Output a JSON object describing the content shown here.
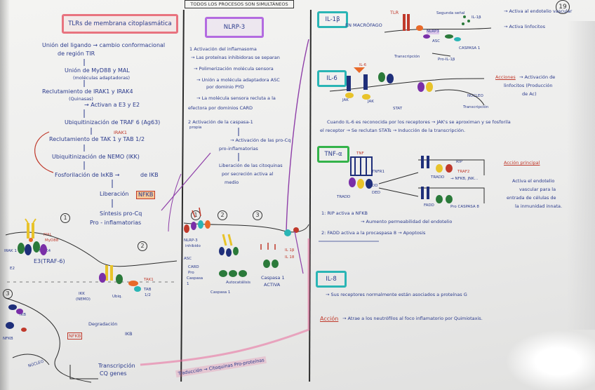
{
  "header": {
    "title": "TODOS LOS PROCESOS SON SIMULTÁNEOS",
    "page_number": "19"
  },
  "colors": {
    "ink": "#2a3a8c",
    "red_ink": "#c0392b",
    "tlr_box": "#e8737f",
    "nlrp3_box": "#b36be0",
    "teal_box": "#2ab5b5",
    "green_box": "#34b34a",
    "purple_arrow": "#8e3ea8",
    "pink_highlight": "#e96b9c"
  },
  "left": {
    "title": "TLRs de membrana citoplasmática",
    "steps": [
      "Unión del ligando → cambio conformacional",
      "de región TIR",
      "Unión de MyD88 y MAL",
      "(moléculas adaptadoras)",
      "Reclutamiento de IRAK1 y IRAK4",
      "(Quinasas)",
      "→ Activan a E3 y E2",
      "Ubiquitinización de TRAF 6 (Ag63)",
      "Reclutamiento de TAK 1 y TAB 1/2",
      "Ubiquitinización de NEMO (IKK)",
      "Fosforilación de IκKB →",
      "de IKB",
      "Liberación",
      "NFKB",
      "Síntesis pro-Cq",
      "Pro - inflamatorias"
    ],
    "irak_label": "IRAK1",
    "diagram_labels": [
      "MAL",
      "MyD88",
      "IRAK4",
      "IRAK 1",
      "E2",
      "E3(TRAF-6)",
      "IKK",
      "(NEMO)",
      "Ubiq.",
      "TAK1",
      "TAB",
      "1/2",
      "IKB",
      "NFKB",
      "Degradación",
      "NFKB",
      "IKB",
      "NÚCLEO",
      "Transcripción",
      "CQ genes"
    ],
    "circle_numbers": [
      "1",
      "2",
      "3"
    ]
  },
  "middle": {
    "title": "NLRP-3",
    "steps": [
      "1 Activación del inflamasoma",
      "→ Las proteínas inhibidoras se separan",
      "→ Polimerización molécula sensora",
      "→ Unión a molécula adaptadora ASC",
      "por dominio PYD",
      "→ La molécula sensora recluta a la",
      "efectora por dominios CARD",
      "2 Activación de la caspasa-1",
      "propia",
      "→ Activación de las pro-Cq",
      "pro-inflamatorias",
      "Liberación de las citoquinas",
      "por secreción activa al",
      "medio"
    ],
    "diagram_labels": [
      "NLRP-3",
      "inhibido",
      "ASC",
      "CARD",
      "Pro",
      "Caspasa",
      "1",
      "Autocatálisis",
      "Caspasa 1",
      "Caspasa 1",
      "ACTIVA",
      "IL 1β",
      "IL 18"
    ],
    "circle_numbers": [
      "1",
      "2",
      "3"
    ],
    "bottom_note": "Traducción → Citoquinas Pro-proteínas"
  },
  "right": {
    "il1b": {
      "title": "IL-1β",
      "en_macrofago": "EN MACRÓFAGO",
      "labels": [
        "TLR",
        "Segunda señal",
        "NLRP3",
        "ASC",
        "CASPASA 1",
        "Transcripción",
        "Pro-IL-1β",
        "IL-1β"
      ],
      "notes": [
        "→ Activa al endotelio vascular",
        "→ Activa linfocitos"
      ]
    },
    "il6": {
      "title": "IL-6",
      "labels": [
        "IL-6",
        "JAK",
        "JAK",
        "STAT",
        "Transcripción",
        "NÚCLEO"
      ],
      "acciones": "Acciones",
      "acciones_text": [
        "→ Activación de",
        "linfocitos (Producción",
        "de Ac)"
      ],
      "description": [
        "Cuando IL-6 es reconocida por los receptores → JAK's se aproximan y se fosforila",
        "el receptor → Se reclutan STATs → Inducción de la transcripción."
      ]
    },
    "tnfa": {
      "title": "TNF-α",
      "labels": [
        "TNF",
        "TNFR1",
        "TRADD",
        "DD",
        "DED",
        "TRADD",
        "TRAF2",
        "→ NFKB, JNK...",
        "FADD",
        "Pro CASPASA 8",
        "RIP"
      ],
      "accion_title": "Acción principal",
      "accion_text": [
        "Activa el endotelio",
        "vascular para la",
        "entrada de células de",
        "la inmunidad innata."
      ],
      "points": [
        "1: RIP activa a NFKB",
        "→ Aumento permeabilidad del endotelio",
        "2: FADD activa a la procaspasa 8 → Apoptosis"
      ]
    },
    "il8": {
      "title": "IL-8",
      "note": "→ Sus receptores normalmente están asociados a proteínas G",
      "accion_label": "Acción",
      "accion_text": "→ Atrae a los neutrófilos al foco inflamatorio por Quimiotaxis."
    }
  }
}
